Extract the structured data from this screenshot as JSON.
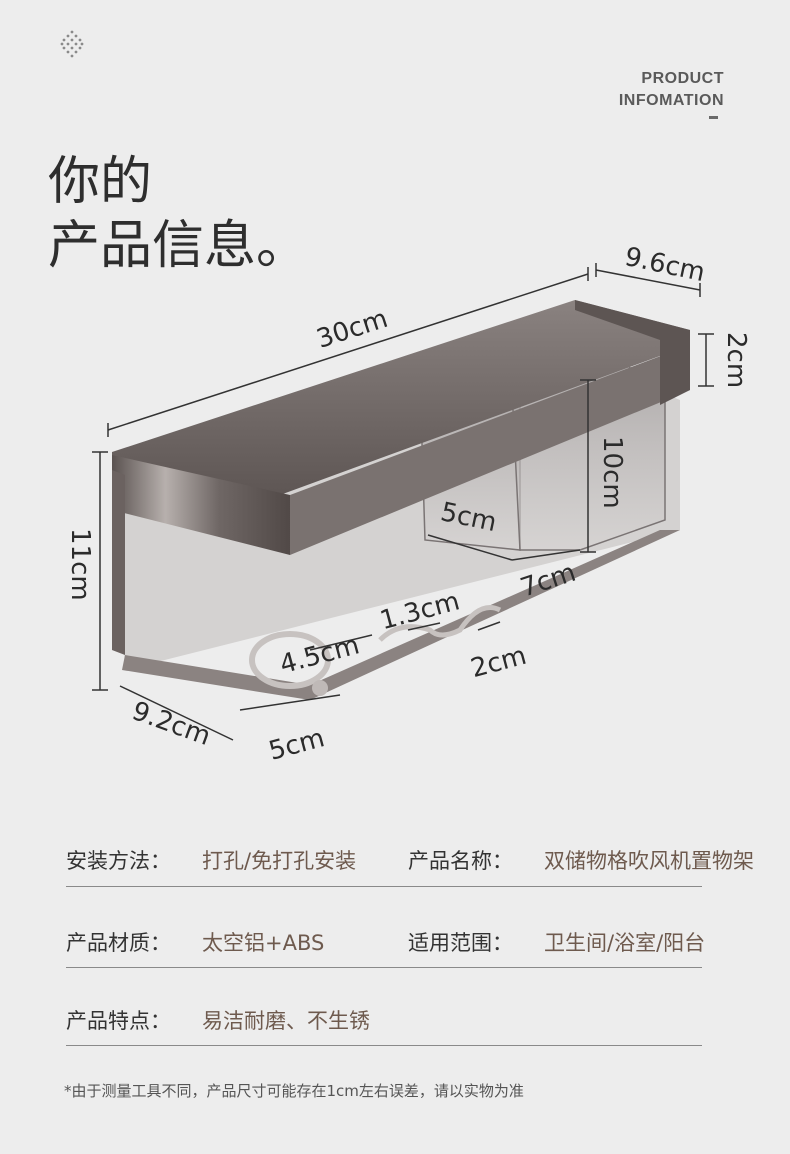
{
  "header": {
    "brand_line1": "PRODUCT",
    "brand_line2": "INFOMATION",
    "title_line1": "你的",
    "title_line2": "产品信息。"
  },
  "icons": {
    "decor": "dots-diamond-icon"
  },
  "dimensions": {
    "length": "30cm",
    "depth_top": "9.6cm",
    "rail_height": "2cm",
    "cup_height": "10cm",
    "cup_width": "5cm",
    "cup_depth": "7cm",
    "slot_gap": "1.3cm",
    "hook_gap": "4.5cm",
    "slot_width": "2cm",
    "height": "11cm",
    "depth_bottom": "9.2cm",
    "hook_width": "5cm"
  },
  "specs": {
    "install_label": "安装方法：",
    "install_value": "打孔/免打孔安装",
    "name_label": "产品名称：",
    "name_value": "双储物格吹风机置物架",
    "material_label": "产品材质：",
    "material_value": "太空铝+ABS",
    "scope_label": "适用范围：",
    "scope_value": "卫生间/浴室/阳台",
    "feature_label": "产品特点：",
    "feature_value": "易洁耐磨、不生锈"
  },
  "footnote": "*由于测量工具不同，产品尺寸可能存在1cm左右误差，请以实物为准",
  "colors": {
    "background": "#ededed",
    "metal": "#6b6260",
    "value_text": "#6e5a4e"
  }
}
